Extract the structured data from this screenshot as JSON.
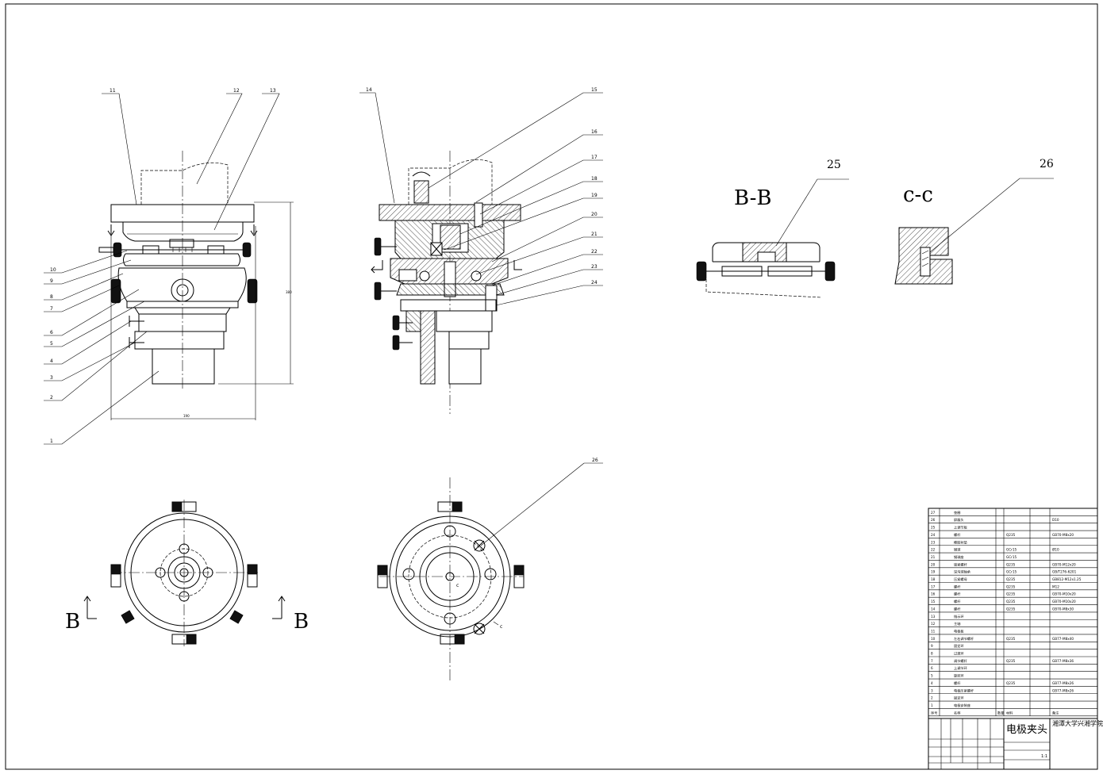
{
  "section_bb": "B-B",
  "section_cc": "c-c",
  "view_mark_left": "B",
  "view_mark_right": "B",
  "c_label": "c",
  "c_label2": "c",
  "balloons_front": [
    "11",
    "12",
    "13",
    "10",
    "9",
    "8",
    "7",
    "6",
    "5",
    "4",
    "3",
    "2",
    "1"
  ],
  "balloons_section": [
    "14",
    "15",
    "16",
    "17",
    "18",
    "19",
    "20",
    "21",
    "22",
    "23",
    "24"
  ],
  "balloon_25": "25",
  "balloon_26a": "26",
  "balloon_26b": "26",
  "dim_width": "190",
  "dim_height": "380",
  "title_block": {
    "drawing_name": "电极夹头",
    "school": "湘潭大学兴湘学院",
    "scale": "1:1"
  },
  "bom": [
    {
      "no": "27",
      "name": "垫圈",
      "qty": "",
      "mat": "",
      "std": ""
    },
    {
      "no": "26",
      "name": "屏蔽头",
      "qty": "",
      "mat": "",
      "std": "D10"
    },
    {
      "no": "25",
      "name": "上调节板",
      "qty": "",
      "mat": "",
      "std": ""
    },
    {
      "no": "24",
      "name": "螺杆",
      "qty": "",
      "mat": "Q235",
      "std": "GB70-M8x20"
    },
    {
      "no": "23",
      "name": "橡胶衬垫",
      "qty": "",
      "mat": "",
      "std": ""
    },
    {
      "no": "22",
      "name": "钢球",
      "qty": "",
      "mat": "GCr15",
      "std": "Ø10"
    },
    {
      "no": "21",
      "name": "钢球座",
      "qty": "",
      "mat": "GCr15",
      "std": ""
    },
    {
      "no": "20",
      "name": "锁紧螺杆",
      "qty": "",
      "mat": "Q235",
      "std": "GB70-M12x20"
    },
    {
      "no": "19",
      "name": "深沟球轴承",
      "qty": "",
      "mat": "GCr15",
      "std": "GB/T276-6201"
    },
    {
      "no": "18",
      "name": "压紧螺母",
      "qty": "",
      "mat": "Q235",
      "std": "GB812-M12x1.25"
    },
    {
      "no": "17",
      "name": "螺杆",
      "qty": "",
      "mat": "Q235",
      "std": "M12"
    },
    {
      "no": "16",
      "name": "螺杆",
      "qty": "",
      "mat": "Q235",
      "std": "GB70-M10x20"
    },
    {
      "no": "15",
      "name": "螺杆",
      "qty": "",
      "mat": "Q235",
      "std": "GB70-M10x20"
    },
    {
      "no": "14",
      "name": "螺杆",
      "qty": "",
      "mat": "Q235",
      "std": "GB70-M8x30"
    },
    {
      "no": "13",
      "name": "指示环",
      "qty": "",
      "mat": "",
      "std": ""
    },
    {
      "no": "12",
      "name": "主轴",
      "qty": "",
      "mat": "",
      "std": ""
    },
    {
      "no": "11",
      "name": "电极板",
      "qty": "",
      "mat": "",
      "std": ""
    },
    {
      "no": "10",
      "name": "左右调节螺杆",
      "qty": "",
      "mat": "Q235",
      "std": "GB77-M8x40"
    },
    {
      "no": "9",
      "name": "固定环",
      "qty": "",
      "mat": "",
      "std": ""
    },
    {
      "no": "8",
      "name": "过渡环",
      "qty": "",
      "mat": "",
      "std": ""
    },
    {
      "no": "7",
      "name": "调节螺杆",
      "qty": "",
      "mat": "Q235",
      "std": "GB77-M8x36"
    },
    {
      "no": "6",
      "name": "上调节环",
      "qty": "",
      "mat": "",
      "std": ""
    },
    {
      "no": "5",
      "name": "旋转环",
      "qty": "",
      "mat": "",
      "std": ""
    },
    {
      "no": "4",
      "name": "螺杆",
      "qty": "",
      "mat": "Q235",
      "std": "GB77-M8x26"
    },
    {
      "no": "3",
      "name": "电极压紧螺杆",
      "qty": "",
      "mat": "",
      "std": "GB77-M8x26"
    },
    {
      "no": "2",
      "name": "固定环",
      "qty": "",
      "mat": "",
      "std": ""
    },
    {
      "no": "1",
      "name": "电极安装座",
      "qty": "",
      "mat": "",
      "std": ""
    }
  ],
  "bom_header": {
    "no": "序号",
    "name": "名称",
    "qty": "数量",
    "mat": "材料",
    "std": "备注"
  }
}
